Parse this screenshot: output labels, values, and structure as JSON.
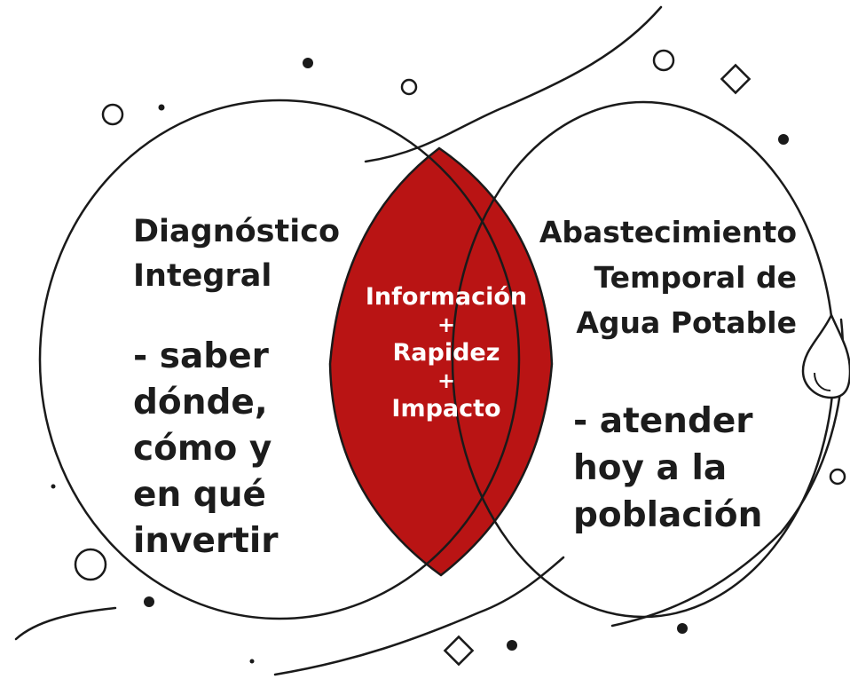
{
  "left_circle": {
    "title_lines": [
      "Diagnóstico",
      "Integral"
    ],
    "body_lines": [
      "- saber",
      "dónde,",
      "cómo y",
      "en qué",
      "invertir"
    ]
  },
  "right_circle": {
    "title_lines": [
      "Abastecimiento",
      "Temporal de",
      "Agua Potable"
    ],
    "body_lines": [
      "- atender",
      "hoy a la",
      "población"
    ]
  },
  "intersection": {
    "lines": [
      "Información",
      "+",
      "Rapidez",
      "+",
      "Impacto"
    ],
    "fill_color": "#b91414"
  },
  "colors": {
    "outline": "#1a1a1a",
    "text": "#1c1c1c",
    "intersection_text": "#ffffff"
  },
  "decorations": [
    "water-drop-icon",
    "diamond-icon",
    "ring-icon",
    "dot-icon",
    "swoosh-line"
  ]
}
